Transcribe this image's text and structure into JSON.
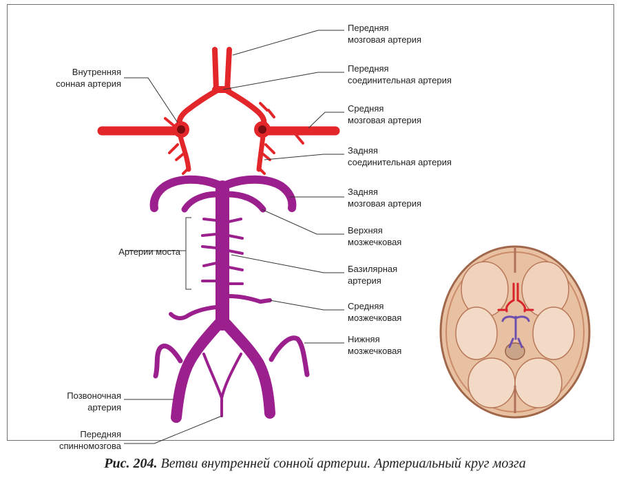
{
  "labels": {
    "anterior_cerebral": [
      "Передняя",
      "мозговая артерия"
    ],
    "internal_carotid": [
      "Внутренняя",
      "сонная артерия"
    ],
    "anterior_communicating": [
      "Передняя",
      "соединительная артерия"
    ],
    "middle_cerebral": [
      "Средняя",
      "мозговая артерия"
    ],
    "posterior_communicating": [
      "Задняя",
      "соединительная артерия"
    ],
    "posterior_cerebral": [
      "Задняя",
      "мозговая артерия"
    ],
    "superior_cerebellar": [
      "Верхняя",
      "мозжечковая"
    ],
    "pontine_arteries": [
      "Артерии моста"
    ],
    "basilar": [
      "Базилярная",
      "артерия"
    ],
    "middle_cerebellar": [
      "Средняя",
      "мозжечковая"
    ],
    "inferior_cerebellar": [
      "Нижняя",
      "мозжечковая"
    ],
    "vertebral": [
      "Позвоночная",
      "артерия"
    ],
    "anterior_spinal": [
      "Передняя",
      "спинномозгова"
    ]
  },
  "caption": {
    "figure": "Рис. 204.",
    "text": "Ветви внутренней сонной артерии. Артериальный круг мозга"
  },
  "colors": {
    "carotid_red": "#e3262a",
    "vertebrobasilar_purple": "#9c1f8e",
    "skull_tan": "#d9a98a",
    "leader_line": "#333333"
  }
}
